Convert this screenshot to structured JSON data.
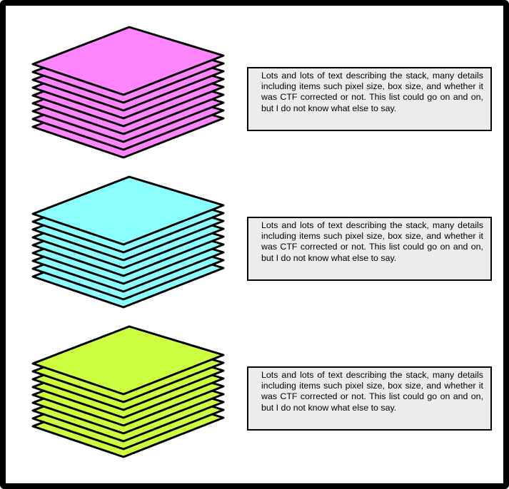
{
  "stacks": [
    {
      "color": "#ff85ff",
      "description": "Lots and lots of text describing the stack, many details including items such pixel size, box size, and whether it was CTF corrected or not. This list could go on and on, but I do not know what else to say."
    },
    {
      "color": "#8cffff",
      "description": "Lots and lots of text describing the stack, many details including items such pixel size, box size, and whether it was CTF corrected or not. This list could go on and on, but I do not know what else to say."
    },
    {
      "color": "#ccff40",
      "description": "Lots and lots of text describing the stack, many details including items such pixel size, box size, and whether it was CTF corrected or not. This list could go on and on, but I do not know what else to say."
    }
  ]
}
